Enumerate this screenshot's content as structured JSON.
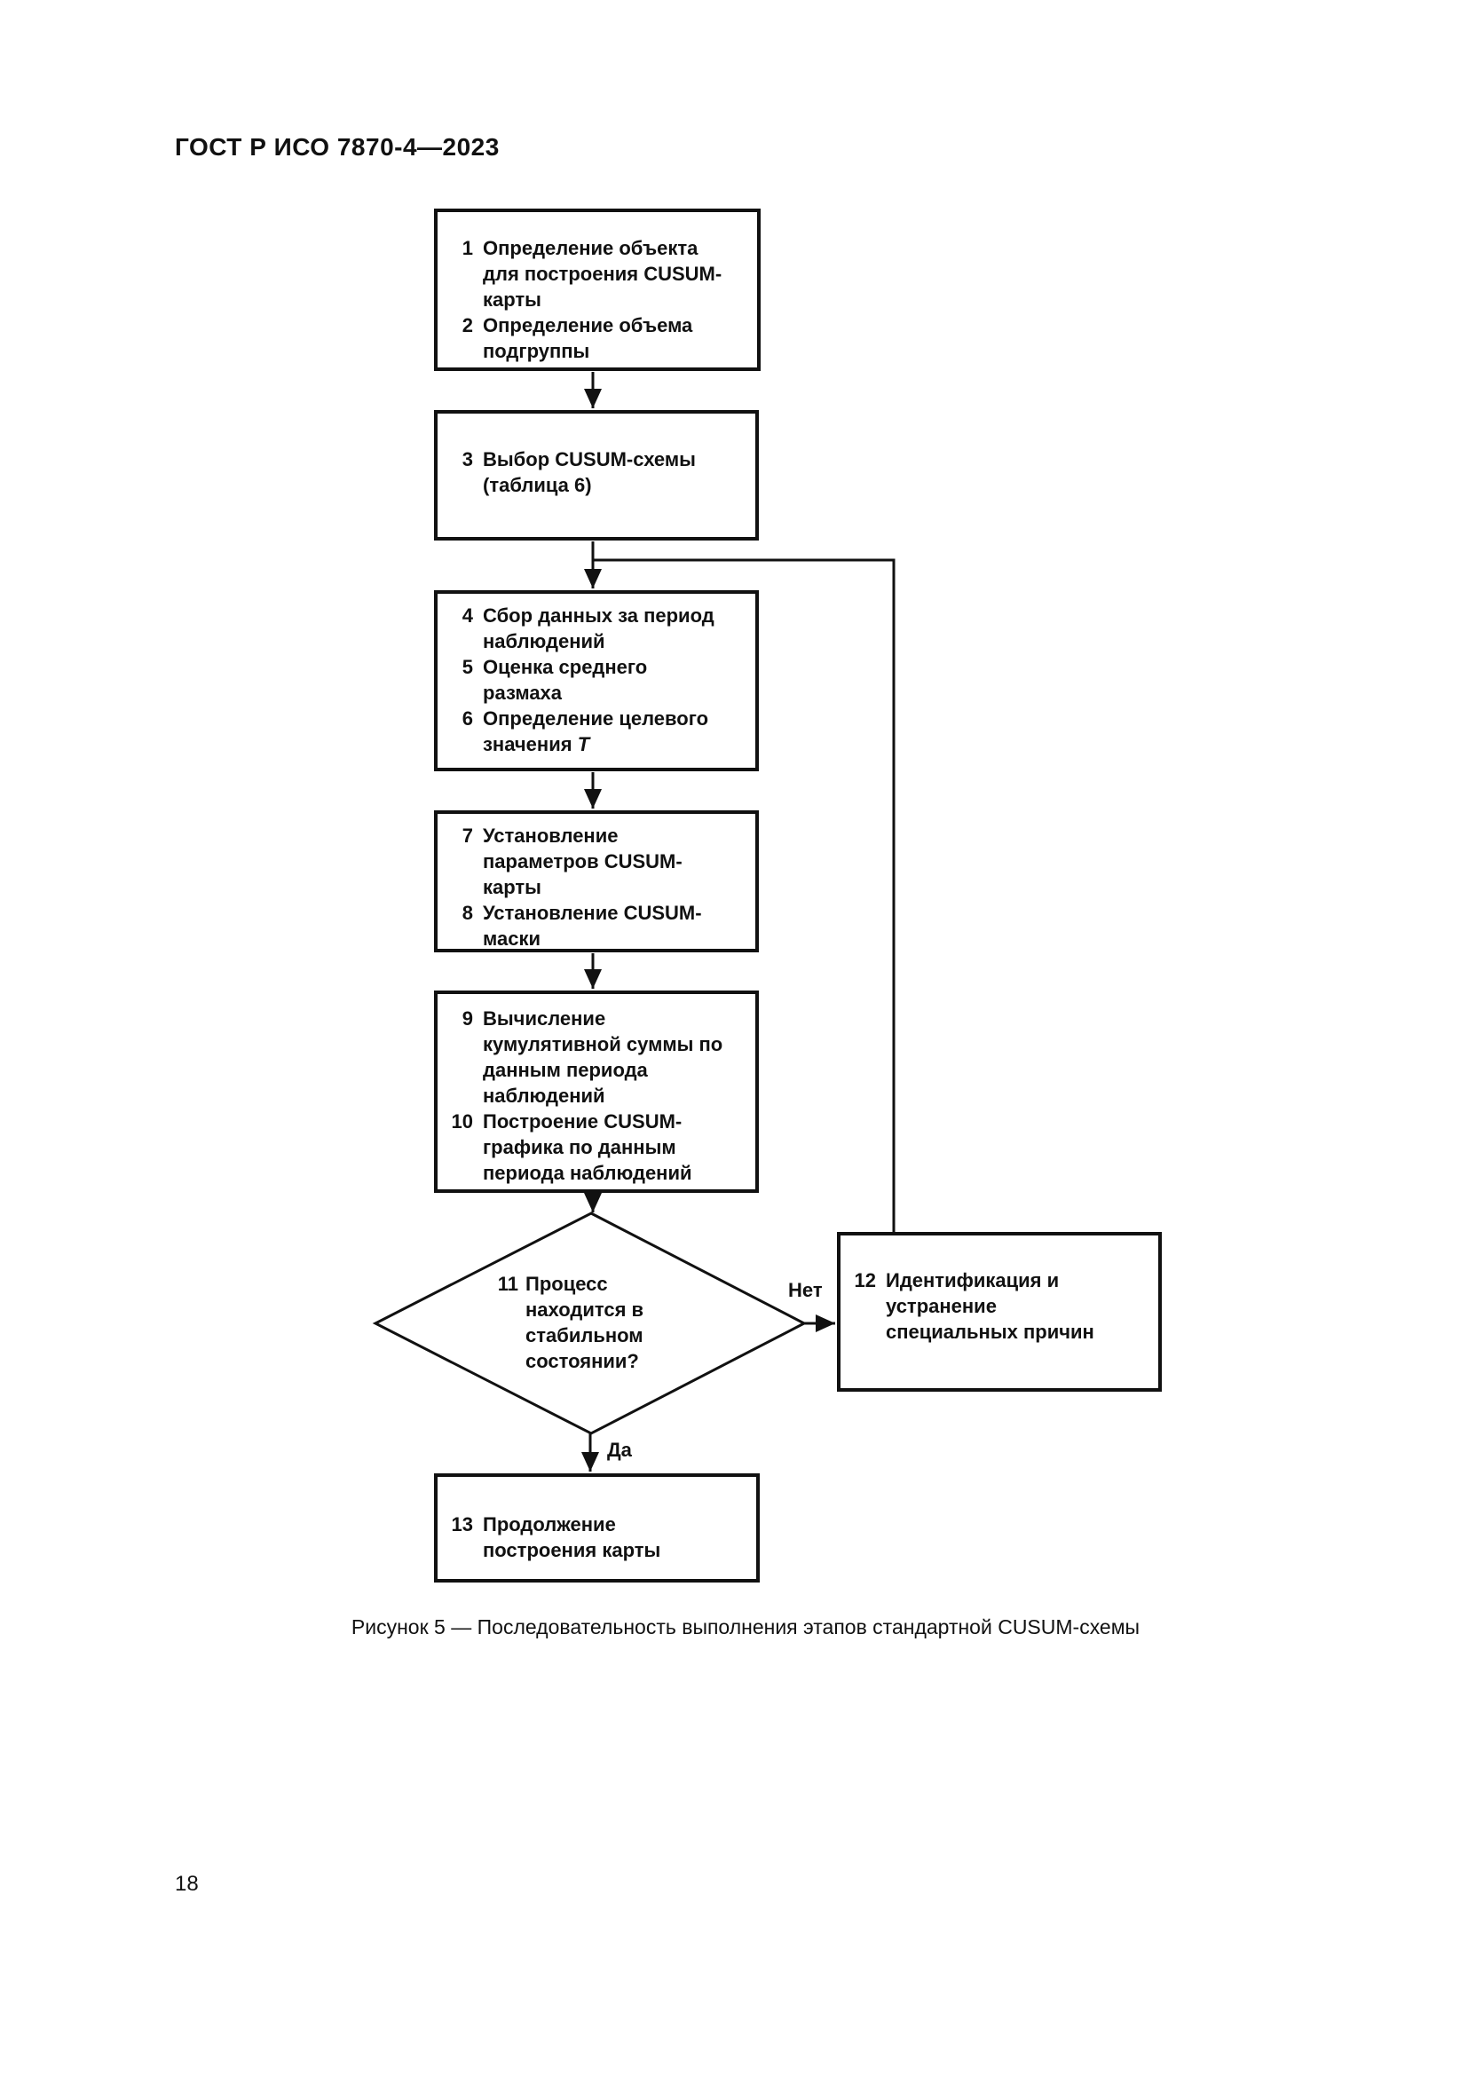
{
  "page": {
    "header": "ГОСТ Р ИСО 7870-4—2023",
    "caption": "Рисунок 5 — Последовательность выполнения этапов стандартной CUSUM-схемы",
    "page_number": "18"
  },
  "colors": {
    "ink": "#111111",
    "background": "#ffffff"
  },
  "flow": {
    "box_define": {
      "items": [
        {
          "num": "1",
          "text": "Определение объекта\nдля построения CUSUM-\nкарты"
        },
        {
          "num": "2",
          "text": "Определение объема\nподгруппы"
        }
      ]
    },
    "box_choose": {
      "items": [
        {
          "num": "3",
          "text": "Выбор CUSUM-схемы\n(таблица 6)"
        }
      ]
    },
    "box_collect": {
      "items": [
        {
          "num": "4",
          "text": "Сбор данных за период\nнаблюдений"
        },
        {
          "num": "5",
          "text": "Оценка среднего\nразмаха"
        },
        {
          "num": "6",
          "text": "Определение целевого\nзначения ",
          "italic": "Т"
        }
      ]
    },
    "box_params": {
      "items": [
        {
          "num": "7",
          "text": "Установление\nпараметров CUSUM-\nкарты"
        },
        {
          "num": "8",
          "text": "Установление CUSUM-\nмаски"
        }
      ]
    },
    "box_compute": {
      "items": [
        {
          "num": "9",
          "text": "Вычисление\nкумулятивной суммы по\nданным периода\nнаблюдений"
        },
        {
          "num": "10",
          "text": "Построение CUSUM-\nграфика по данным\nпериода наблюдений"
        }
      ]
    },
    "decision_stable": {
      "num": "11",
      "text": "Процесс\nнаходится в\nстабильном\nсостоянии?"
    },
    "box_causes": {
      "items": [
        {
          "num": "12",
          "text": "Идентификация и\nустранение\nспециальных причин"
        }
      ]
    },
    "box_continue": {
      "items": [
        {
          "num": "13",
          "text": "Продолжение\nпостроения карты"
        }
      ]
    },
    "labels": {
      "no": "Нет",
      "yes": "Да"
    }
  }
}
